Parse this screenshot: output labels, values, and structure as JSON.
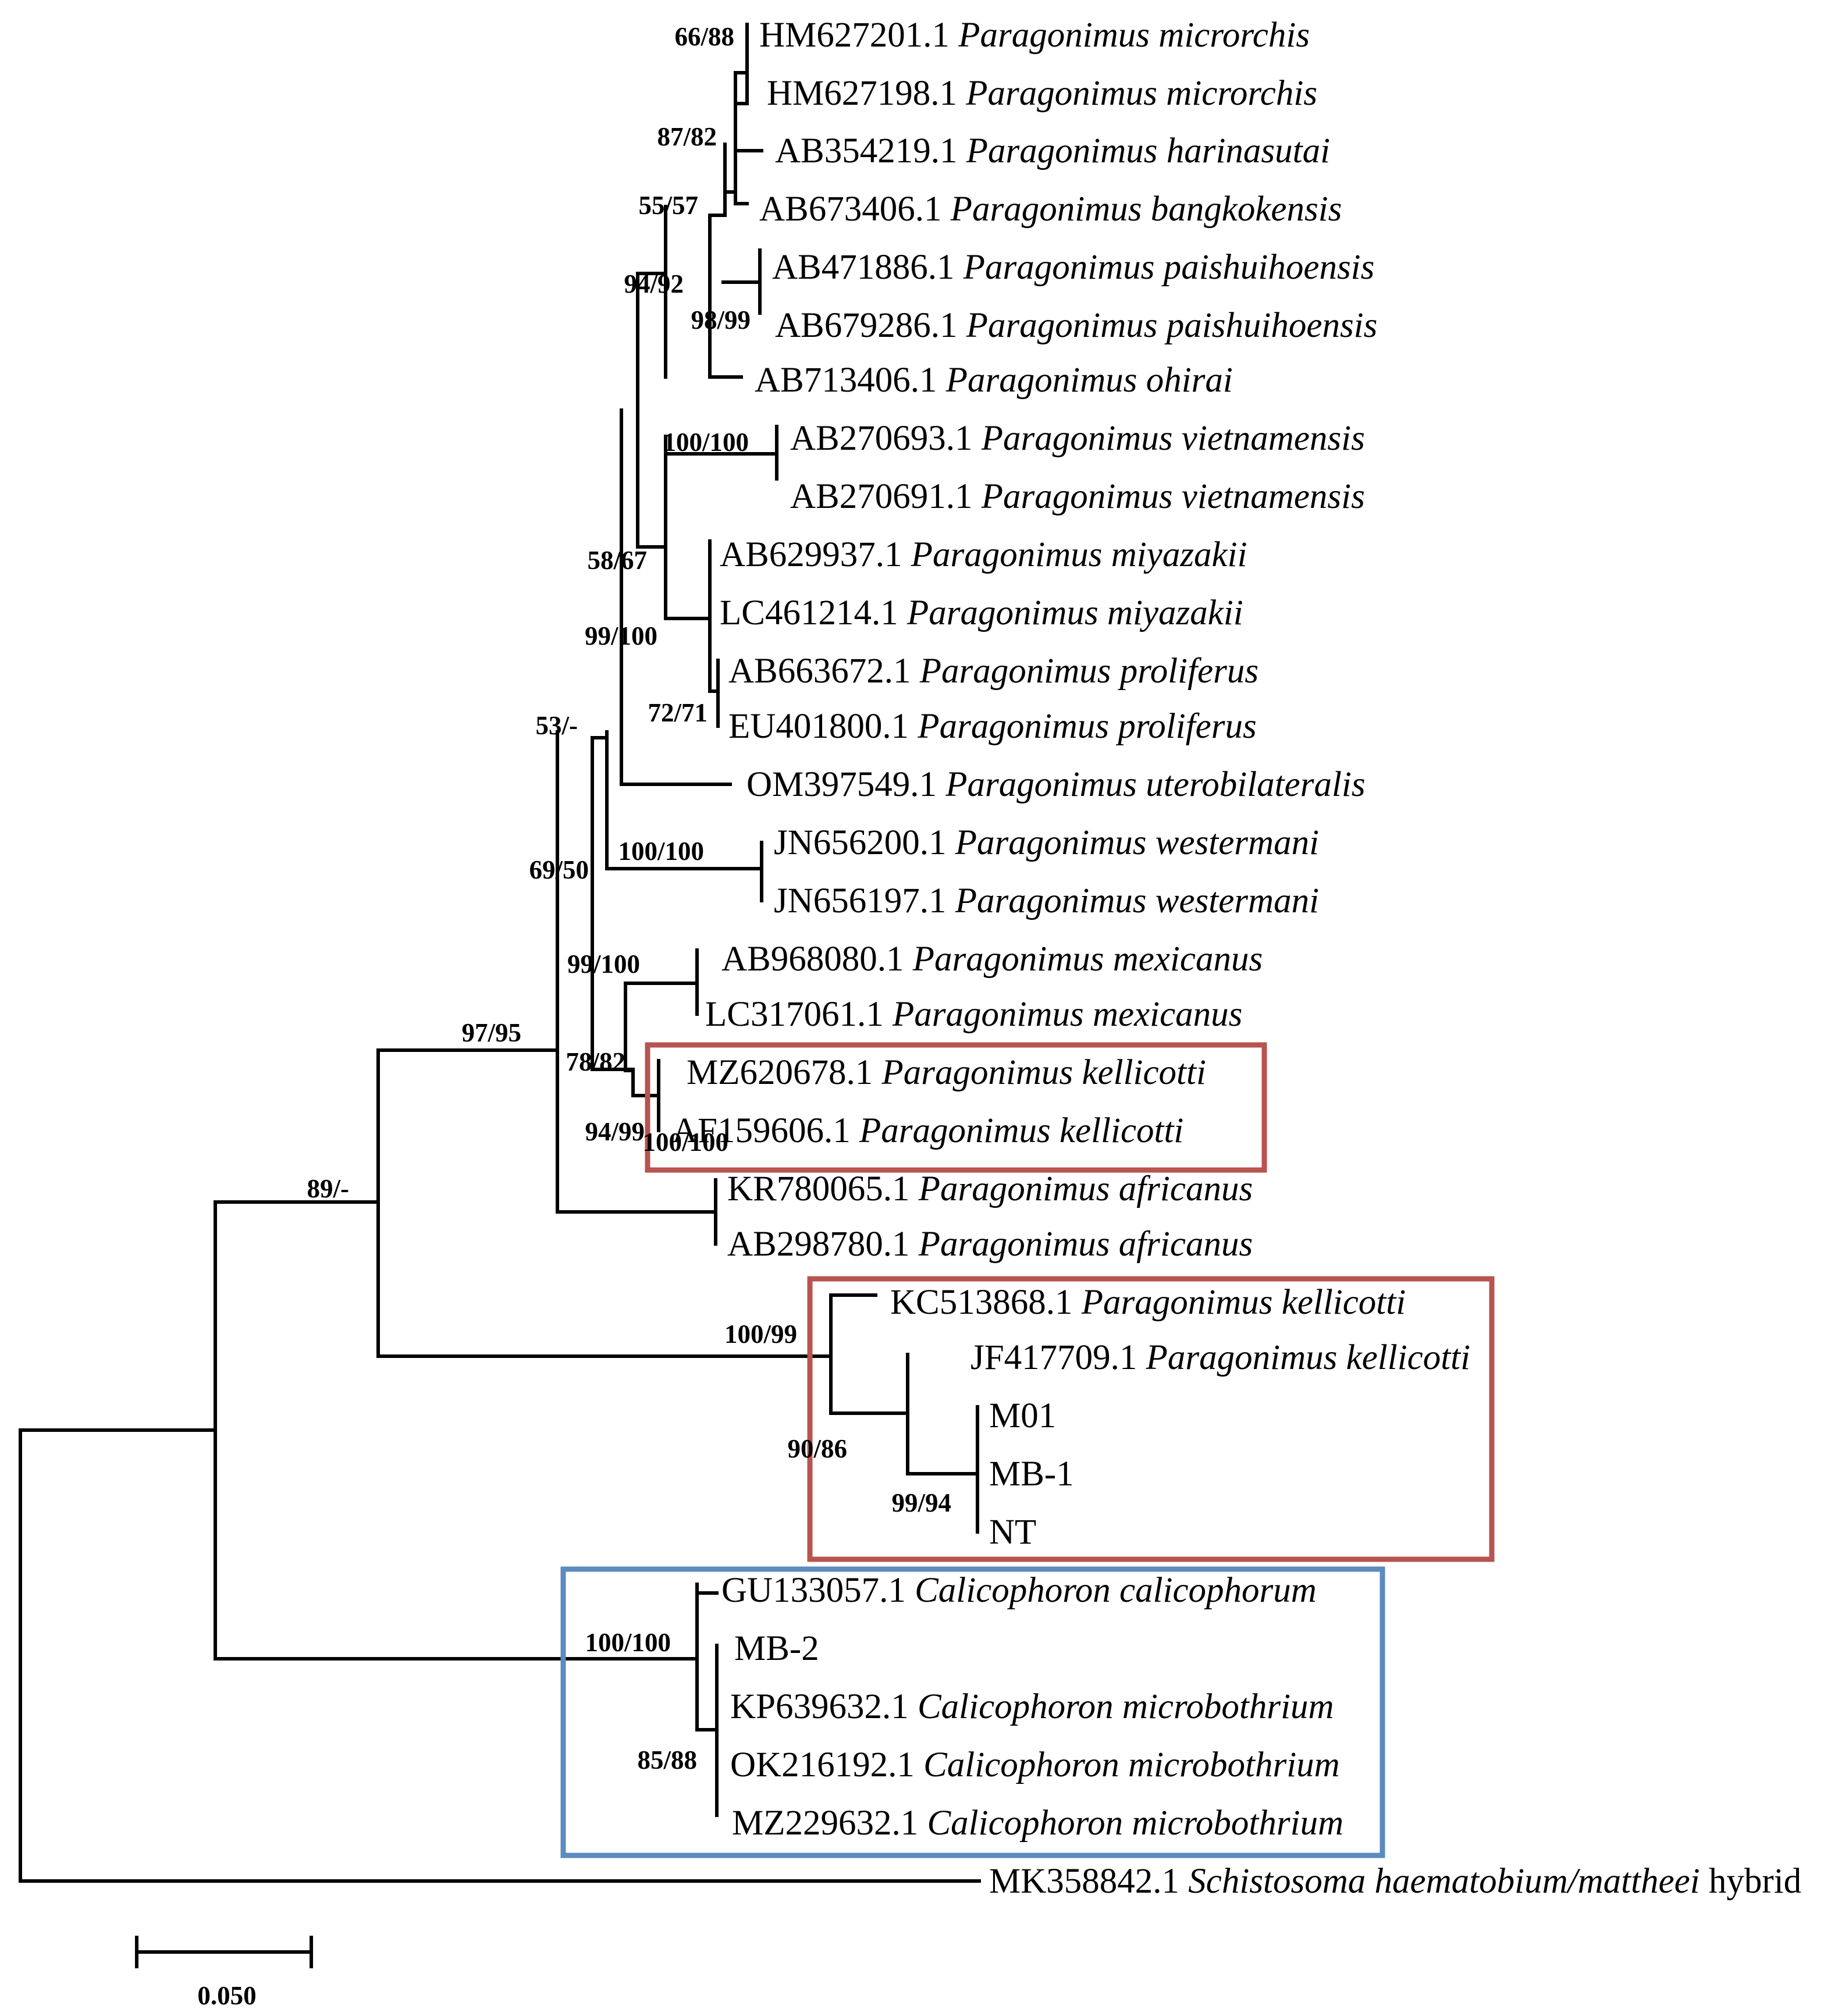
{
  "tree": {
    "leaves": [
      {
        "acc": "HM627201.1",
        "sp": "Paragonimus microrchis"
      },
      {
        "acc": "HM627198.1",
        "sp": "Paragonimus microrchis"
      },
      {
        "acc": "AB354219.1",
        "sp": "Paragonimus harinasutai"
      },
      {
        "acc": "AB673406.1",
        "sp": "Paragonimus bangkokensis"
      },
      {
        "acc": "AB471886.1",
        "sp": "Paragonimus paishuihoensis"
      },
      {
        "acc": "AB679286.1",
        "sp": "Paragonimus paishuihoensis"
      },
      {
        "acc": "AB713406.1",
        "sp": "Paragonimus ohirai"
      },
      {
        "acc": "AB270693.1",
        "sp": "Paragonimus vietnamensis"
      },
      {
        "acc": "AB270691.1",
        "sp": "Paragonimus vietnamensis"
      },
      {
        "acc": "AB629937.1",
        "sp": "Paragonimus miyazakii"
      },
      {
        "acc": "LC461214.1",
        "sp": "Paragonimus miyazakii"
      },
      {
        "acc": "AB663672.1",
        "sp": "Paragonimus proliferus"
      },
      {
        "acc": "EU401800.1",
        "sp": "Paragonimus proliferus"
      },
      {
        "acc": "OM397549.1",
        "sp": "Paragonimus uterobilateralis"
      },
      {
        "acc": "JN656200.1",
        "sp": "Paragonimus westermani"
      },
      {
        "acc": "JN656197.1",
        "sp": "Paragonimus westermani"
      },
      {
        "acc": "AB968080.1",
        "sp": "Paragonimus mexicanus"
      },
      {
        "acc": "LC317061.1",
        "sp": "Paragonimus mexicanus"
      },
      {
        "acc": "MZ620678.1",
        "sp": "Paragonimus kellicotti"
      },
      {
        "acc": "AF159606.1",
        "sp": "Paragonimus kellicotti"
      },
      {
        "acc": "KR780065.1",
        "sp": "Paragonimus africanus"
      },
      {
        "acc": "AB298780.1",
        "sp": "Paragonimus africanus"
      },
      {
        "acc": "KC513868.1",
        "sp": "Paragonimus kellicotti"
      },
      {
        "acc": "JF417709.1",
        "sp": "Paragonimus kellicotti"
      },
      {
        "acc": "M01",
        "sp": ""
      },
      {
        "acc": "MB-1",
        "sp": ""
      },
      {
        "acc": "NT",
        "sp": ""
      },
      {
        "acc": "GU133057.1",
        "sp": "Calicophoron calicophorum"
      },
      {
        "acc": "MB-2",
        "sp": ""
      },
      {
        "acc": "KP639632.1",
        "sp": "Calicophoron microbothrium"
      },
      {
        "acc": "OK216192.1",
        "sp": "Calicophoron microbothrium"
      },
      {
        "acc": "MZ229632.1",
        "sp": "Calicophoron microbothrium"
      },
      {
        "acc": "MK358842.1",
        "sp": "Schistosoma haematobium/mattheei",
        "suffix": "hybrid"
      }
    ],
    "support_values": [
      "66/88",
      "87/82",
      "55/57",
      "94/92",
      "98/99",
      "100/100",
      "58/67",
      "99/100",
      "72/71",
      "53/-",
      "100/100",
      "69/50",
      "99/100",
      "97/95",
      "78/82",
      "94/99",
      "89/-",
      "100/100",
      "100/99",
      "90/86",
      "99/94",
      "100/100",
      "85/88"
    ],
    "scale_bar": "0.050",
    "highlight_colors": {
      "red": "#b85450",
      "blue": "#5b8bbf"
    }
  }
}
